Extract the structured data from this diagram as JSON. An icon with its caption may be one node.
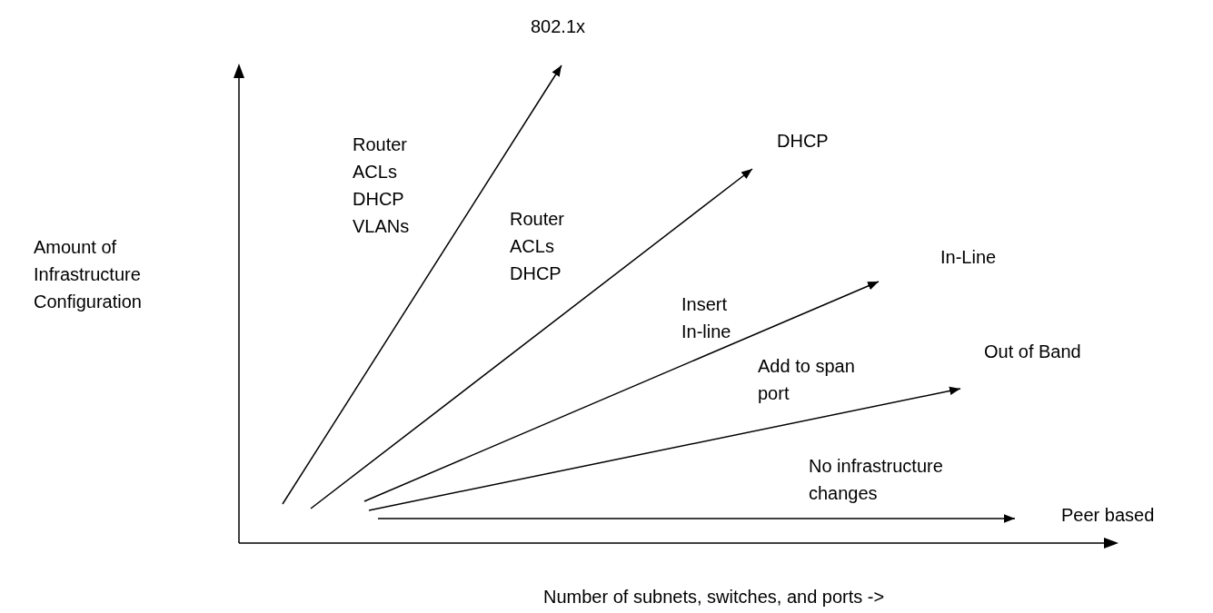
{
  "diagram": {
    "nodes": [
      {
        "text": [
          "802.1x"
        ]
      },
      {
        "text": [
          "DHCP"
        ]
      },
      {
        "text": [
          "In-Line"
        ]
      },
      {
        "text": [
          "Out of Band"
        ]
      },
      {
        "text": [
          "Peer based"
        ]
      }
    ],
    "edges": [
      {
        "from": null,
        "to": 0,
        "arrow": "to",
        "label": "Router ACLs DHCP VLANs"
      },
      {
        "from": null,
        "to": 1,
        "arrow": "to",
        "label": "Router ACLs DHCP"
      },
      {
        "from": null,
        "to": 2,
        "arrow": "to",
        "label": "Insert In-line"
      },
      {
        "from": null,
        "to": 3,
        "arrow": "to",
        "label": "Add to span port"
      },
      {
        "from": null,
        "to": 4,
        "arrow": "to",
        "label": "No infrastructure changes"
      }
    ],
    "labels": [
      "Amount of Infrastructure Configuration",
      "Number of subnets, switches, and ports ->"
    ]
  }
}
